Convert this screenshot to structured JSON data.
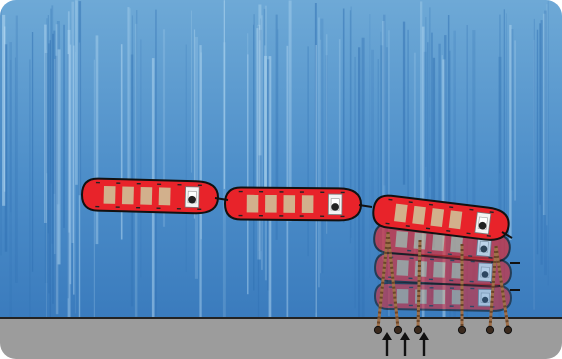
{
  "scene": {
    "colors": {
      "water_light": "#b9dcf3",
      "water_mid": "#6aa9d8",
      "water_dark": "#2f6fb2",
      "hull_red": "#e8232a",
      "hull_red_dark": "#b8141b",
      "outline": "#111111",
      "cargo": "#d2b08c",
      "cabin": "#f3f3f3",
      "pier": "#9b9b9b",
      "pier_edge": "#7a7a7a",
      "rope": "#a0704a",
      "arrow": "#111111"
    },
    "barges_in_tow": 3,
    "stacked_ghost_barges": 3,
    "upward_arrows": 3
  }
}
